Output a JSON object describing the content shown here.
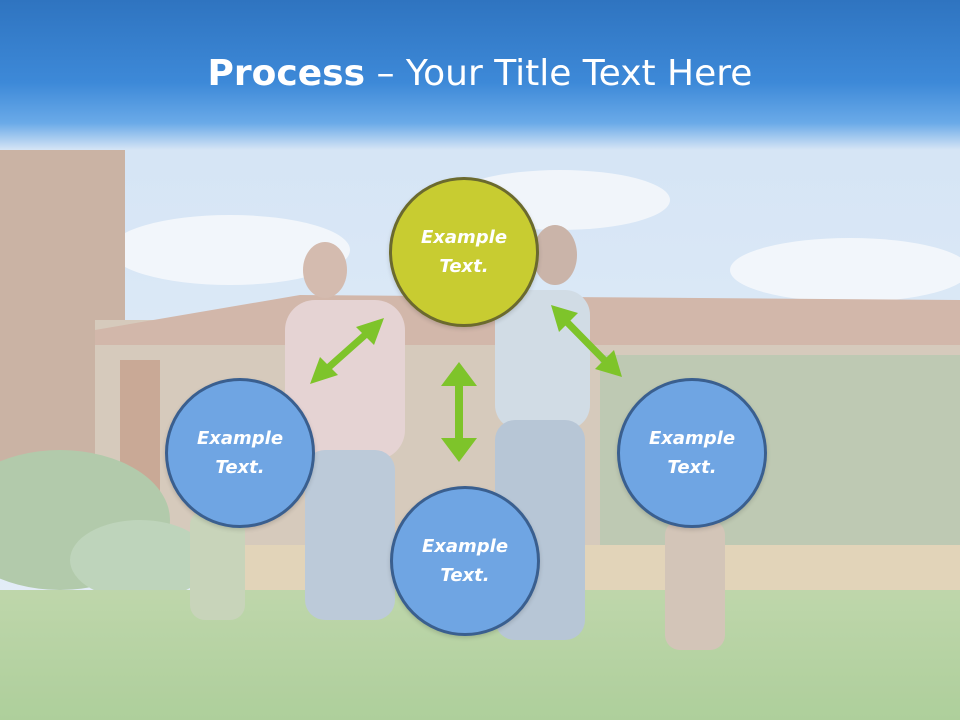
{
  "slide": {
    "title_bold": "Process",
    "title_rest": " – Your Title Text Here"
  },
  "nodes": [
    {
      "id": "top",
      "text": "Example Text.",
      "color": "#c8cc31"
    },
    {
      "id": "left",
      "text": "Example Text.",
      "color": "#6fa5e3"
    },
    {
      "id": "right",
      "text": "Example Text.",
      "color": "#6fa5e3"
    },
    {
      "id": "bottom",
      "text": "Example Text.",
      "color": "#6fa5e3"
    }
  ],
  "colors": {
    "arrow": "#7ec42a",
    "header": "#3d89d8"
  }
}
